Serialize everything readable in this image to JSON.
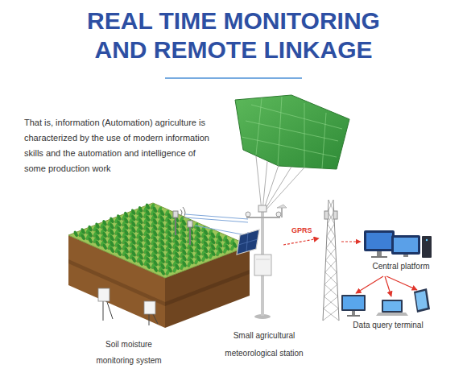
{
  "diagram": {
    "title": "REAL TIME MONITORING AND REMOTE LINKAGE",
    "labels": [
      "That is, information (Automation) agriculture is characterized by the use of modern information skills and the automation and intelligence of some production work",
      "GPRS",
      "Central platform",
      "Data query terminal",
      "Soil moisture monitoring system",
      "Small agricultural meteorological station"
    ]
  }
}
